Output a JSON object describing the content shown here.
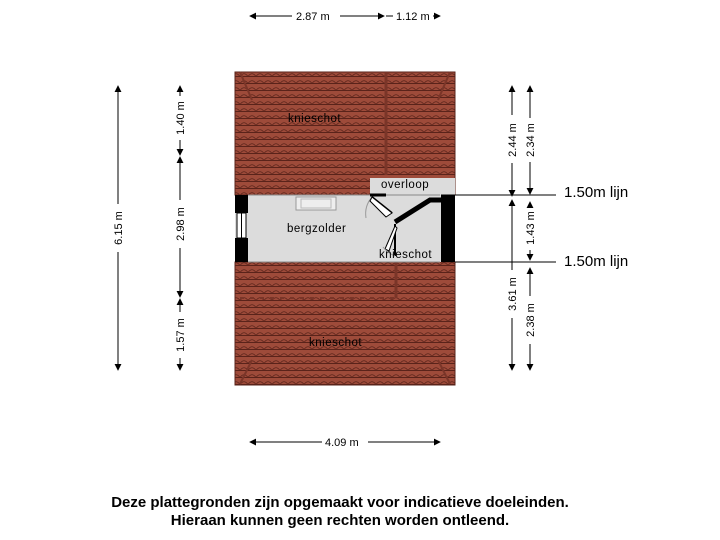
{
  "dimensions": {
    "top_left_width": "2.87 m",
    "top_right_width": "1.12 m",
    "bottom_width": "4.09 m",
    "left_total_height": "6.15 m",
    "left_top": "1.40 m",
    "left_middle": "2.98 m",
    "left_bottom": "1.57 m",
    "right_outer_top": "2.44 m",
    "right_outer_bottom": "3.61 m",
    "right_inner_top": "2.34 m",
    "right_inner_middle": "1.43 m",
    "right_inner_bottom": "2.38 m"
  },
  "rooms": {
    "knieschot_top": "knieschot",
    "overloop": "overloop",
    "bergzolder": "bergzolder",
    "knieschot_middle": "knieschot",
    "knieschot_bottom": "knieschot"
  },
  "height_lines": {
    "upper": "1.50m lijn",
    "lower": "1.50m lijn"
  },
  "disclaimer": {
    "line1": "Deze plattegronden zijn opgemaakt voor indicatieve doeleinden.",
    "line2": "Hieraan kunnen geen rechten worden ontleend."
  },
  "colors": {
    "roof_tile": "#9e4b3a",
    "tile_line": "#5a231a",
    "floor": "#dcdcdc",
    "wall": "#000000"
  }
}
